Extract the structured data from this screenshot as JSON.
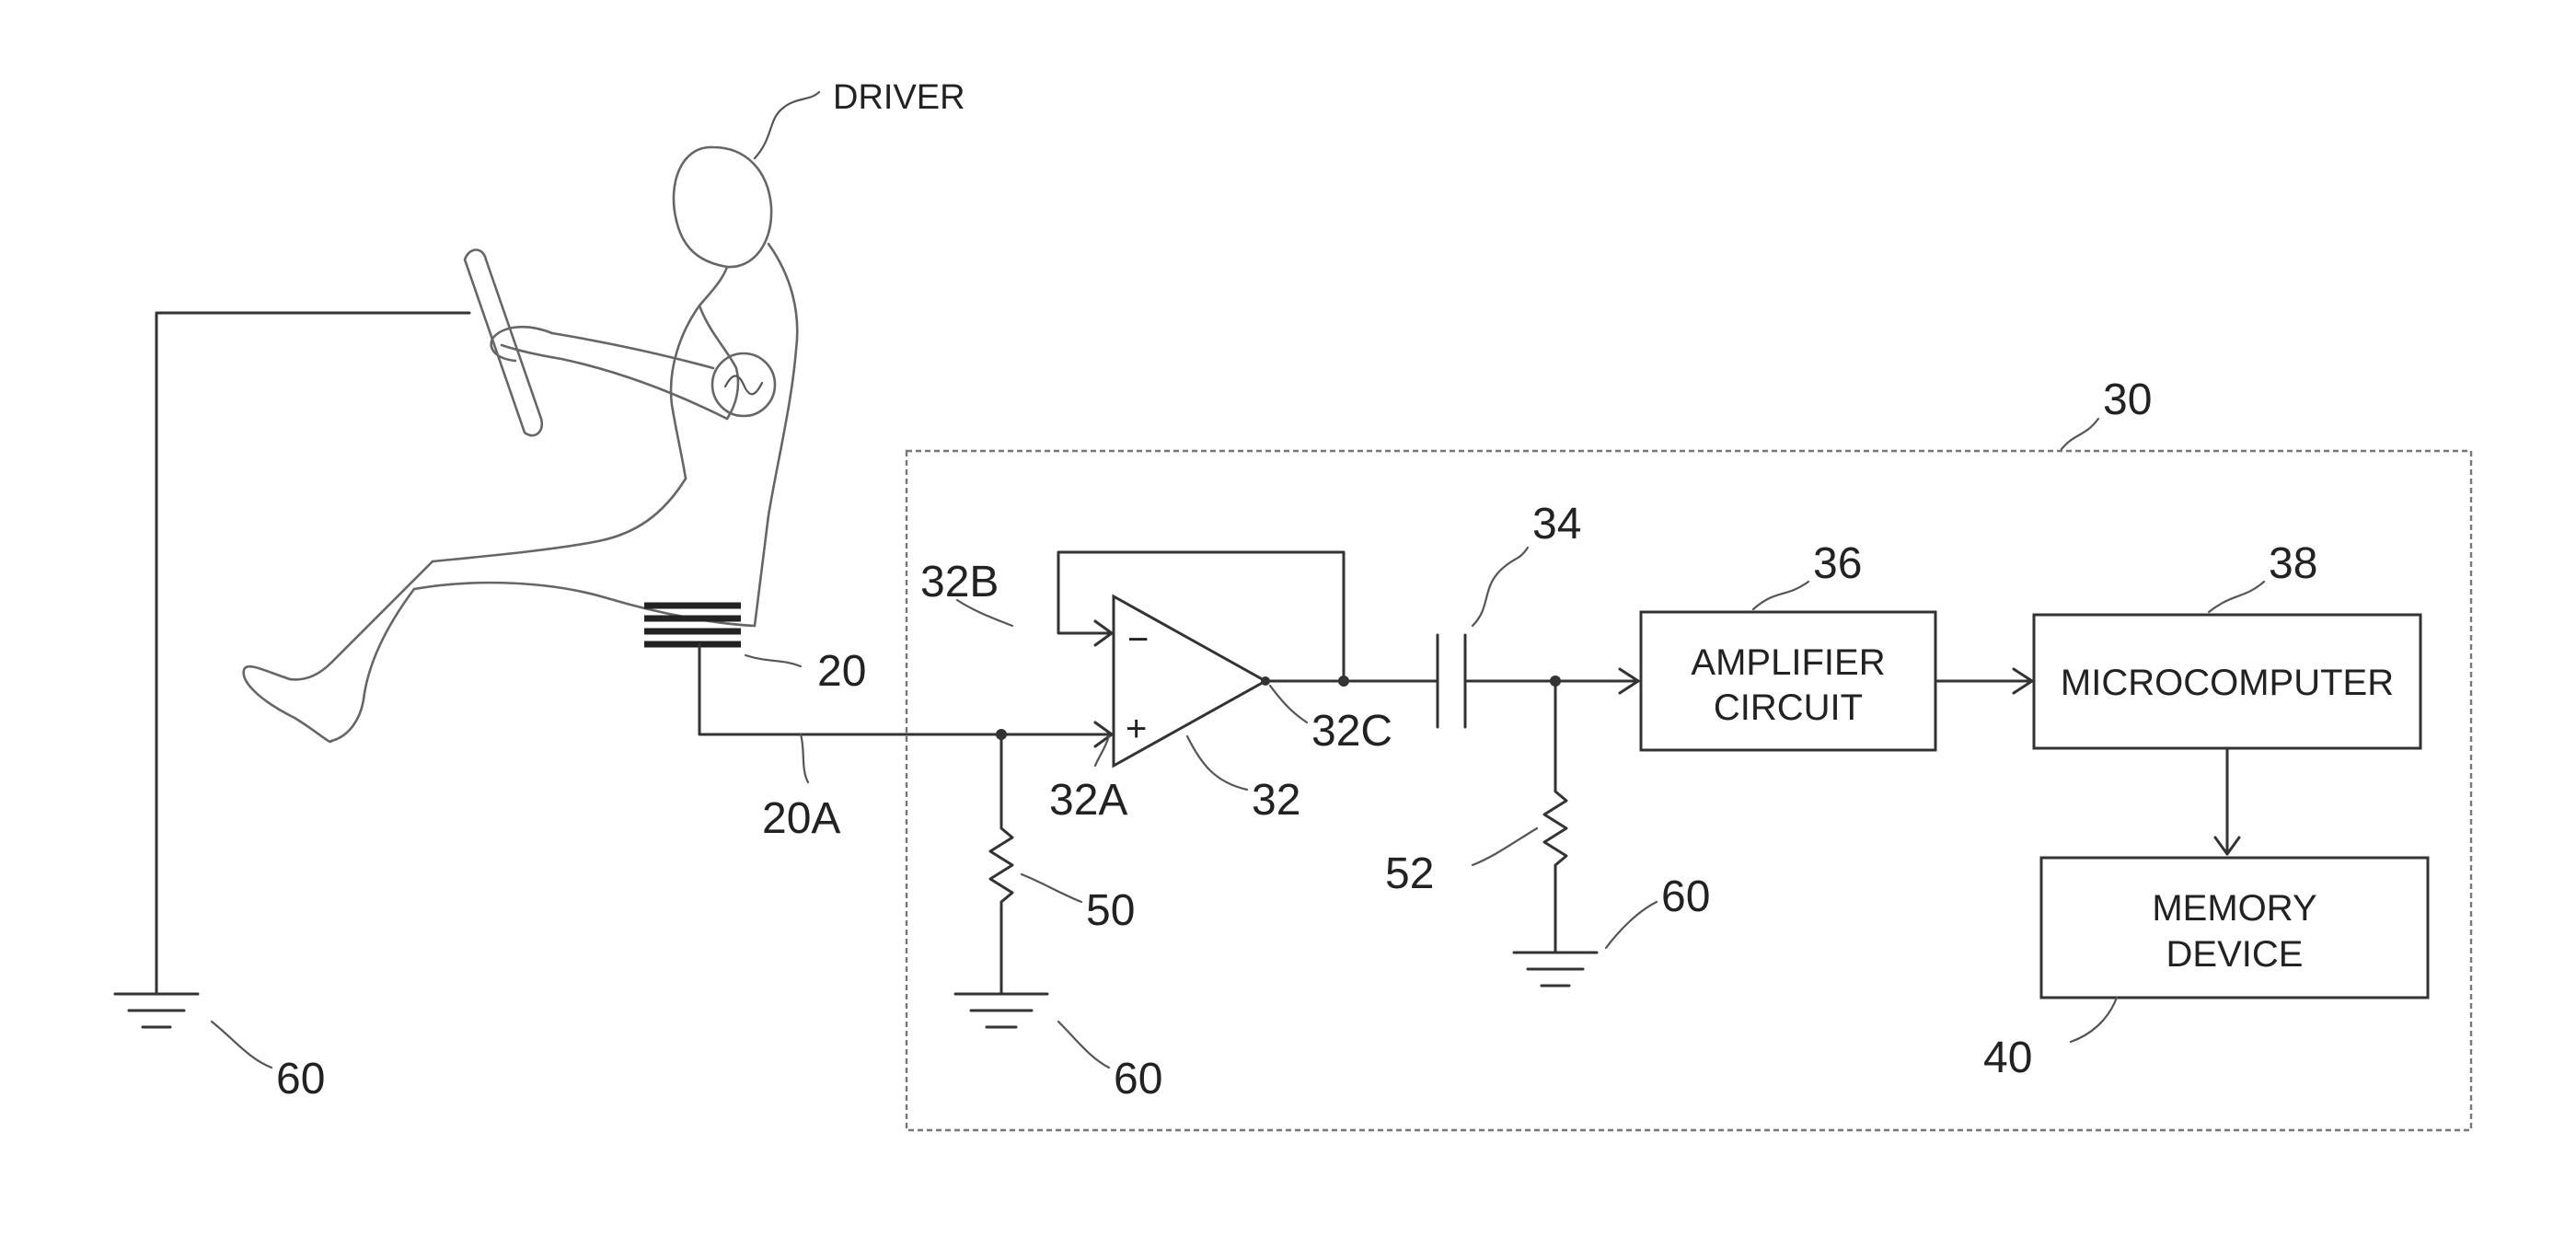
{
  "labels": {
    "driver": "DRIVER",
    "ground_left": "60",
    "sensor": "20",
    "sensor_wire": "20A",
    "device": "30",
    "opamp": "32",
    "opamp_plus": "32A",
    "opamp_minus": "32B",
    "opamp_out": "32C",
    "capacitor": "34",
    "amplifier": "36",
    "microcomputer": "38",
    "memory": "40",
    "resistor_input": "50",
    "resistor_output": "52",
    "ground_input": "60",
    "ground_output": "60"
  },
  "signs": {
    "minus": "−",
    "plus": "+"
  },
  "blocks": {
    "amplifier": [
      "AMPLIFIER",
      "CIRCUIT"
    ],
    "microcomputer": [
      "MICROCOMPUTER"
    ],
    "memory": [
      "MEMORY",
      "DEVICE"
    ]
  }
}
